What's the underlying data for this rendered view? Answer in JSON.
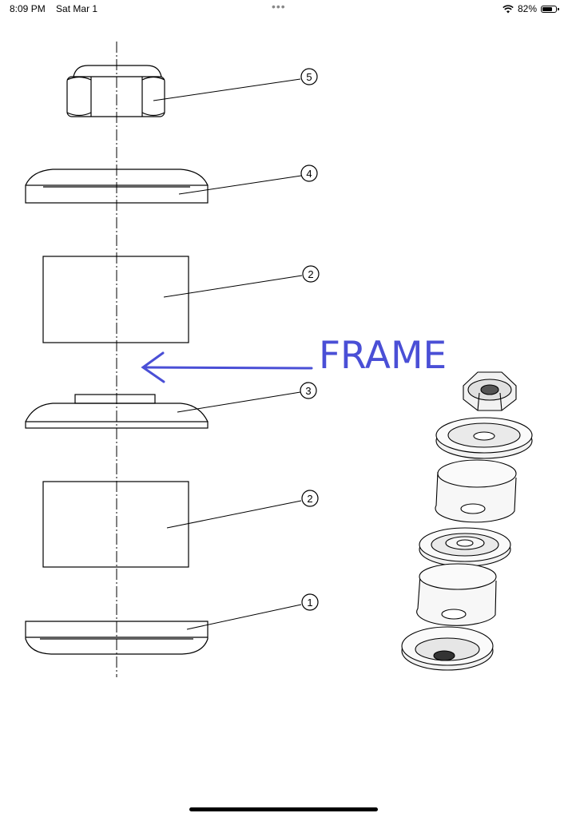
{
  "status_bar": {
    "time": "8:09 PM",
    "date": "Sat Mar 1",
    "dots": "•••",
    "battery_percent_text": "82%",
    "battery_level": 0.82,
    "wifi_icon": "wifi-icon",
    "battery_icon": "battery-icon"
  },
  "drawing": {
    "callouts": [
      "5",
      "4",
      "2",
      "3",
      "2",
      "1"
    ],
    "annotation": "FRAME",
    "annotation_color": "#4a4fd6"
  }
}
